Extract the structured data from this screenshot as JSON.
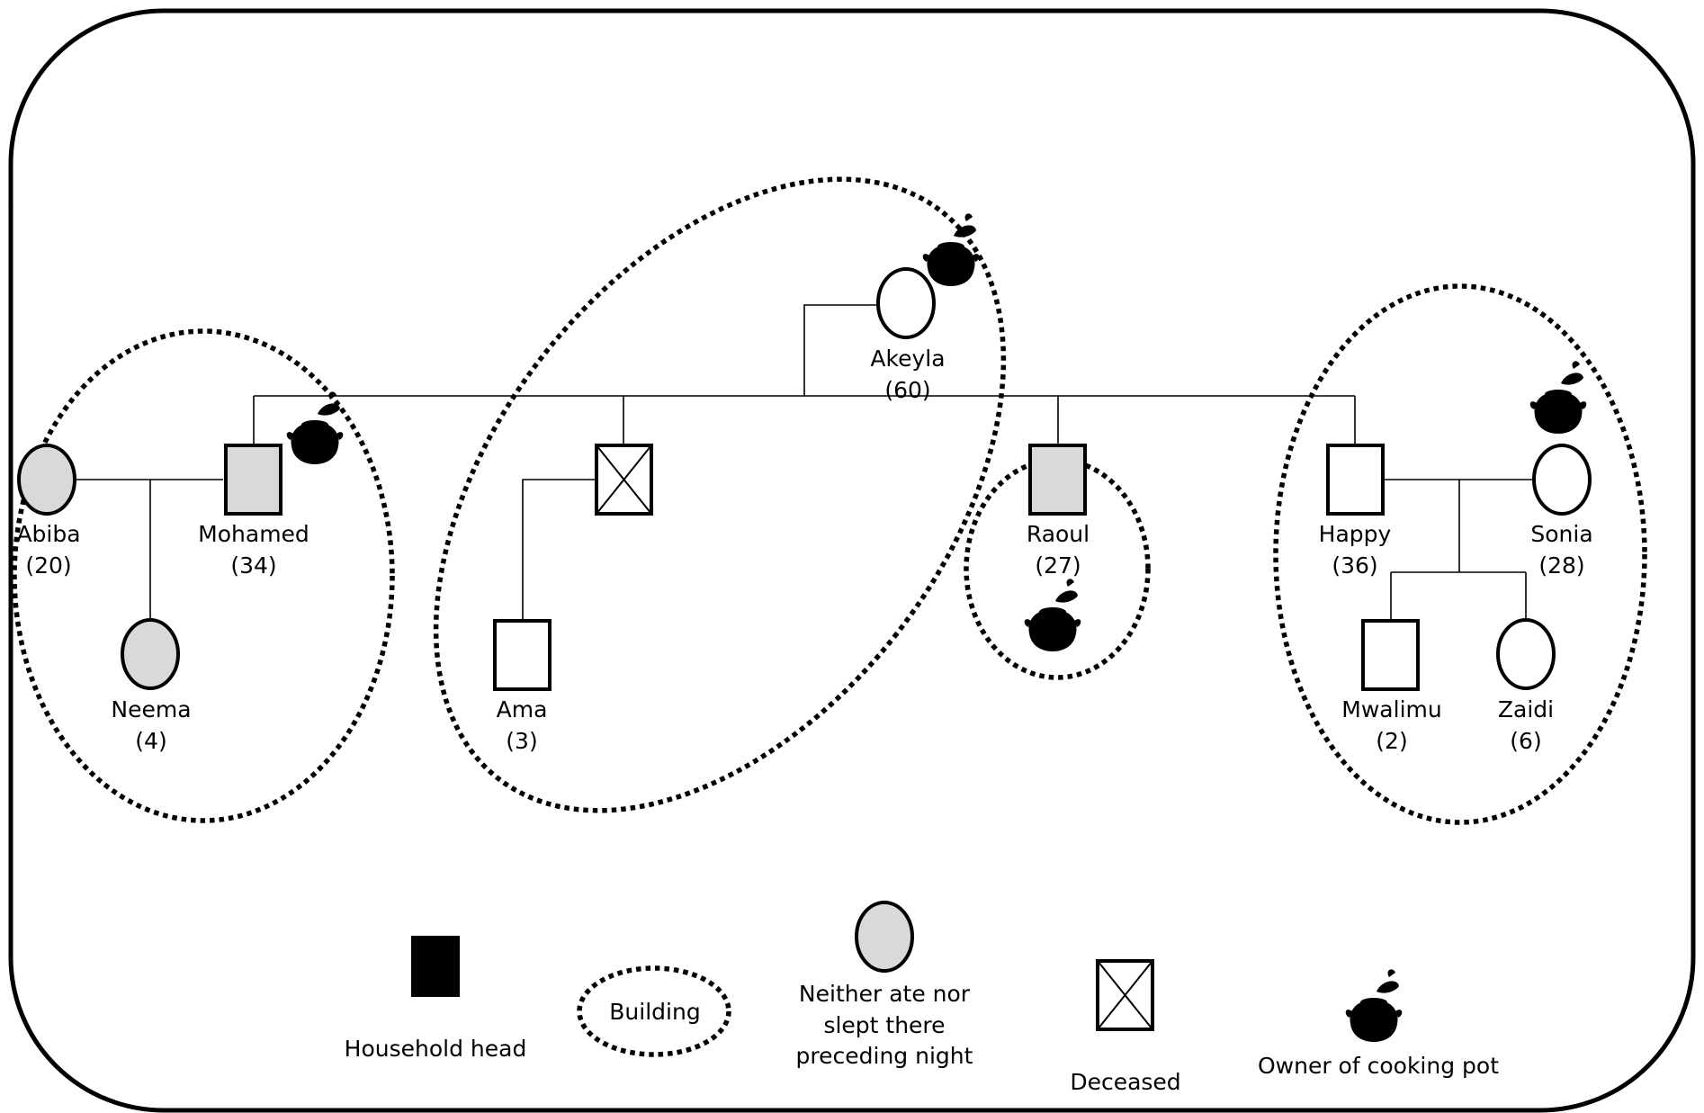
{
  "people": {
    "akeyla": {
      "name": "Akeyla",
      "age": "(60)",
      "sex": "female",
      "status": "present",
      "pot_owner": true
    },
    "abiba": {
      "name": "Abiba",
      "age": "(20)",
      "sex": "female",
      "status": "absent",
      "pot_owner": false
    },
    "mohamed": {
      "name": "Mohamed",
      "age": "(34)",
      "sex": "male",
      "status": "absent",
      "pot_owner": true
    },
    "neema": {
      "name": "Neema",
      "age": "(4)",
      "sex": "female",
      "status": "absent",
      "pot_owner": false
    },
    "deceased_son": {
      "name": "",
      "age": "",
      "sex": "male",
      "status": "deceased",
      "pot_owner": false
    },
    "ama": {
      "name": "Ama",
      "age": "(3)",
      "sex": "male",
      "status": "present",
      "pot_owner": false
    },
    "raoul": {
      "name": "Raoul",
      "age": "(27)",
      "sex": "male",
      "status": "absent",
      "pot_owner": true
    },
    "happy": {
      "name": "Happy",
      "age": "(36)",
      "sex": "male",
      "status": "present",
      "pot_owner": false
    },
    "sonia": {
      "name": "Sonia",
      "age": "(28)",
      "sex": "female",
      "status": "present",
      "pot_owner": true
    },
    "mwalimu": {
      "name": "Mwalimu",
      "age": "(2)",
      "sex": "male",
      "status": "present",
      "pot_owner": false
    },
    "zaidi": {
      "name": "Zaidi",
      "age": "(6)",
      "sex": "female",
      "status": "present",
      "pot_owner": false
    }
  },
  "buildings": [
    {
      "id": "building-1",
      "members": [
        "abiba",
        "mohamed",
        "neema"
      ]
    },
    {
      "id": "building-2",
      "members": [
        "akeyla",
        "deceased_son",
        "ama"
      ]
    },
    {
      "id": "building-3",
      "members": [
        "raoul"
      ]
    },
    {
      "id": "building-4",
      "members": [
        "happy",
        "sonia",
        "mwalimu",
        "zaidi"
      ]
    }
  ],
  "legend": {
    "household_head": "Household head",
    "building": "Building",
    "absent_line1": "Neither ate nor",
    "absent_line2": "slept there",
    "absent_line3": "preceding night",
    "deceased": "Deceased",
    "pot_owner": "Owner of cooking pot"
  },
  "colors": {
    "line": "#000000",
    "absent_fill": "#d9d9d9",
    "household_head_fill": "#000000",
    "background": "#ffffff"
  }
}
